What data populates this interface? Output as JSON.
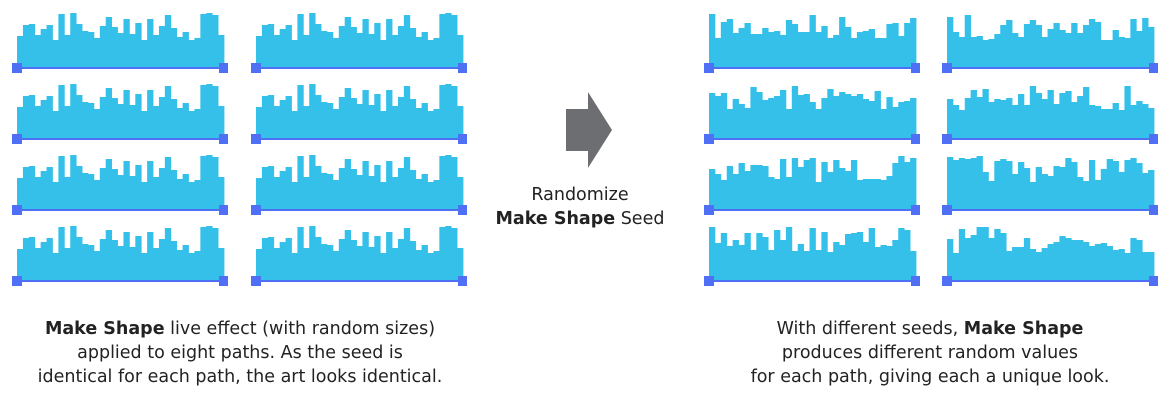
{
  "middle": {
    "line1": "Randomize",
    "bold": "Make Shape",
    "rest": " Seed"
  },
  "left_caption": {
    "bold": "Make Shape",
    "line1_rest": " live effect (with random sizes)",
    "line2": "applied to eight paths. As the seed is",
    "line3": "identical for each path, the art looks identical."
  },
  "right_caption": {
    "line1_pre": "With different seeds, ",
    "bold": "Make Shape",
    "line2": "produces different random values",
    "line3": "for each path, giving each a unique look."
  },
  "colors": {
    "fill": "#35c0ea",
    "path": "#4f6ff5",
    "arrow": "#6d6e71"
  }
}
